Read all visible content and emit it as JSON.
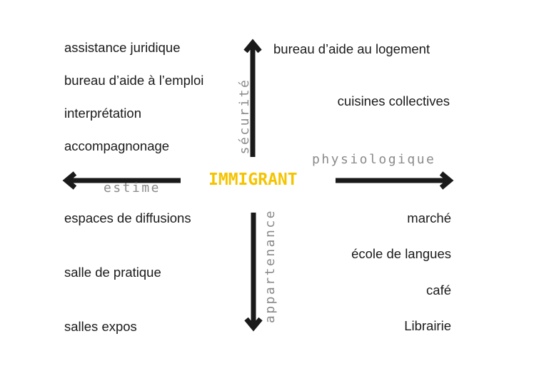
{
  "center_label": "IMMIGRANT",
  "colors": {
    "center": "#f5c400",
    "axis_label": "#8a8a8a",
    "arrow": "#1a1a1a"
  },
  "axes": {
    "up": "sécurité",
    "right": "physiologique",
    "left": "estime",
    "down": "appartenance"
  },
  "quadrants": {
    "top_left": [
      "assistance juridique",
      "bureau d’aide à l’emploi",
      "interprétation",
      "accompagnonage"
    ],
    "top_right": [
      "bureau d’aide au logement",
      "cuisines collectives"
    ],
    "bottom_left": [
      "espaces de diffusions",
      "salle de pratique",
      "salles expos"
    ],
    "bottom_right": [
      "marché",
      "école de langues",
      "café",
      "Librairie"
    ]
  }
}
